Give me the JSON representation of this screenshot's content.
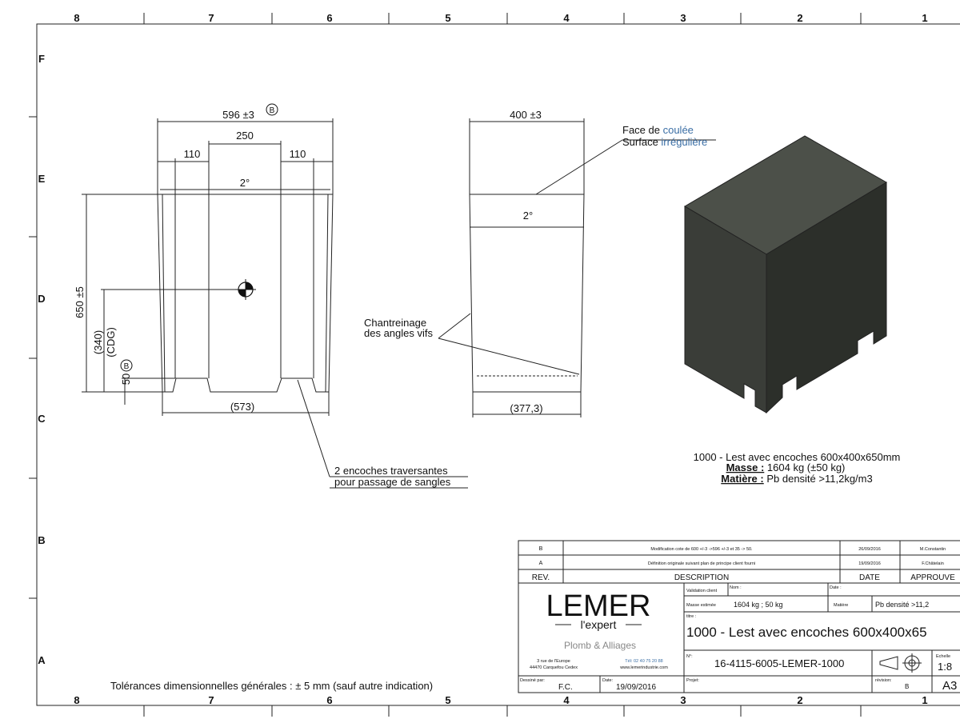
{
  "grid": {
    "columns": [
      "8",
      "7",
      "6",
      "5",
      "4",
      "3",
      "2",
      "1"
    ],
    "rows": [
      "F",
      "E",
      "D",
      "C",
      "B",
      "A"
    ]
  },
  "front_view": {
    "overall_width": "596 ±3",
    "ref_b_top": "B",
    "inner_width": "250",
    "notch_left": "110",
    "notch_right": "110",
    "draft_angle": "2°",
    "height": "650 ±5",
    "cog_height": "(340)",
    "cog_label": "(CDG)",
    "foot_height": "50",
    "ref_b_side": "B",
    "bottom_width": "(573)"
  },
  "side_view": {
    "overall_width": "400 ±3",
    "draft_angle": "2°",
    "bottom_width": "(377,3)"
  },
  "notes": {
    "face_line1": "Face de ",
    "face_line1_blue": "coulée",
    "face_line2": "Surface ",
    "face_line2_blue": "irrégulière",
    "chamfer_line1": "Chantreinage",
    "chamfer_line2": "des angles vifs",
    "slots_line1": "2 encoches traversantes",
    "slots_line2": "pour passage de sangles"
  },
  "description": {
    "title": "1000 - Lest avec encoches 600x400x650mm",
    "mass_label": "Masse :",
    "mass_value": " 1604 kg (±50 kg)",
    "material_label": "Matière :",
    "material_value": " Pb densité >11,2kg/m3"
  },
  "tolerance": "Tolérances dimensionnelles générales : ± 5 mm (sauf autre indication)",
  "title_block": {
    "revisions": [
      {
        "rev": "B",
        "desc": "Modification cote de 600 +/-3 ->596 +/-3 et 35 -> 50.",
        "date": "26/09/2016",
        "by": "M.Constantin"
      },
      {
        "rev": "A",
        "desc": "Définition originale suivant plan de principe client fourni",
        "date": "19/09/2016",
        "by": "F.Châtelain"
      }
    ],
    "header_rev": "REV.",
    "header_desc": "DESCRIPTION",
    "header_date": "DATE",
    "header_approved": "APPROUVE",
    "logo_main": "LEMER",
    "logo_sub": "l'expert",
    "logo_tag": "Plomb & Alliages",
    "address_line1": "3 rue de l'Europe",
    "address_line2": "44470 Carquefou Cedex",
    "contact_line1": "Tél: 02 40 75 20 88",
    "contact_line2": "www.lemerindustrie.com",
    "validation_label": "Validation client",
    "nom_label": "Nom :",
    "date_label": "Date :",
    "mass_label": "Masse estimée",
    "mass_value": "1604 kg ; 50 kg",
    "material_label": "Matière",
    "material_value": "Pb densité >11,2",
    "title_label": "titre :",
    "title_value": "1000 - Lest avec encoches 600x400x65",
    "number_label": "N°:",
    "number_value": "16-4115-6005-LEMER-1000",
    "scale_label": "Echelle",
    "scale_value": "1:8",
    "drawn_label": "Dessiné par:",
    "drawn_value": "F.C.",
    "drawn_date_label": "Date:",
    "drawn_date_value": "19/09/2016",
    "project_label": "Projet:",
    "revision_label": "révision:",
    "revision_value": "B",
    "format_value": "A3"
  },
  "colors": {
    "line": "#222222",
    "block_top": "#4c5049",
    "block_front": "#3a3d38",
    "block_side": "#2c2f2a",
    "accent_blue": "#3a6ea5"
  }
}
